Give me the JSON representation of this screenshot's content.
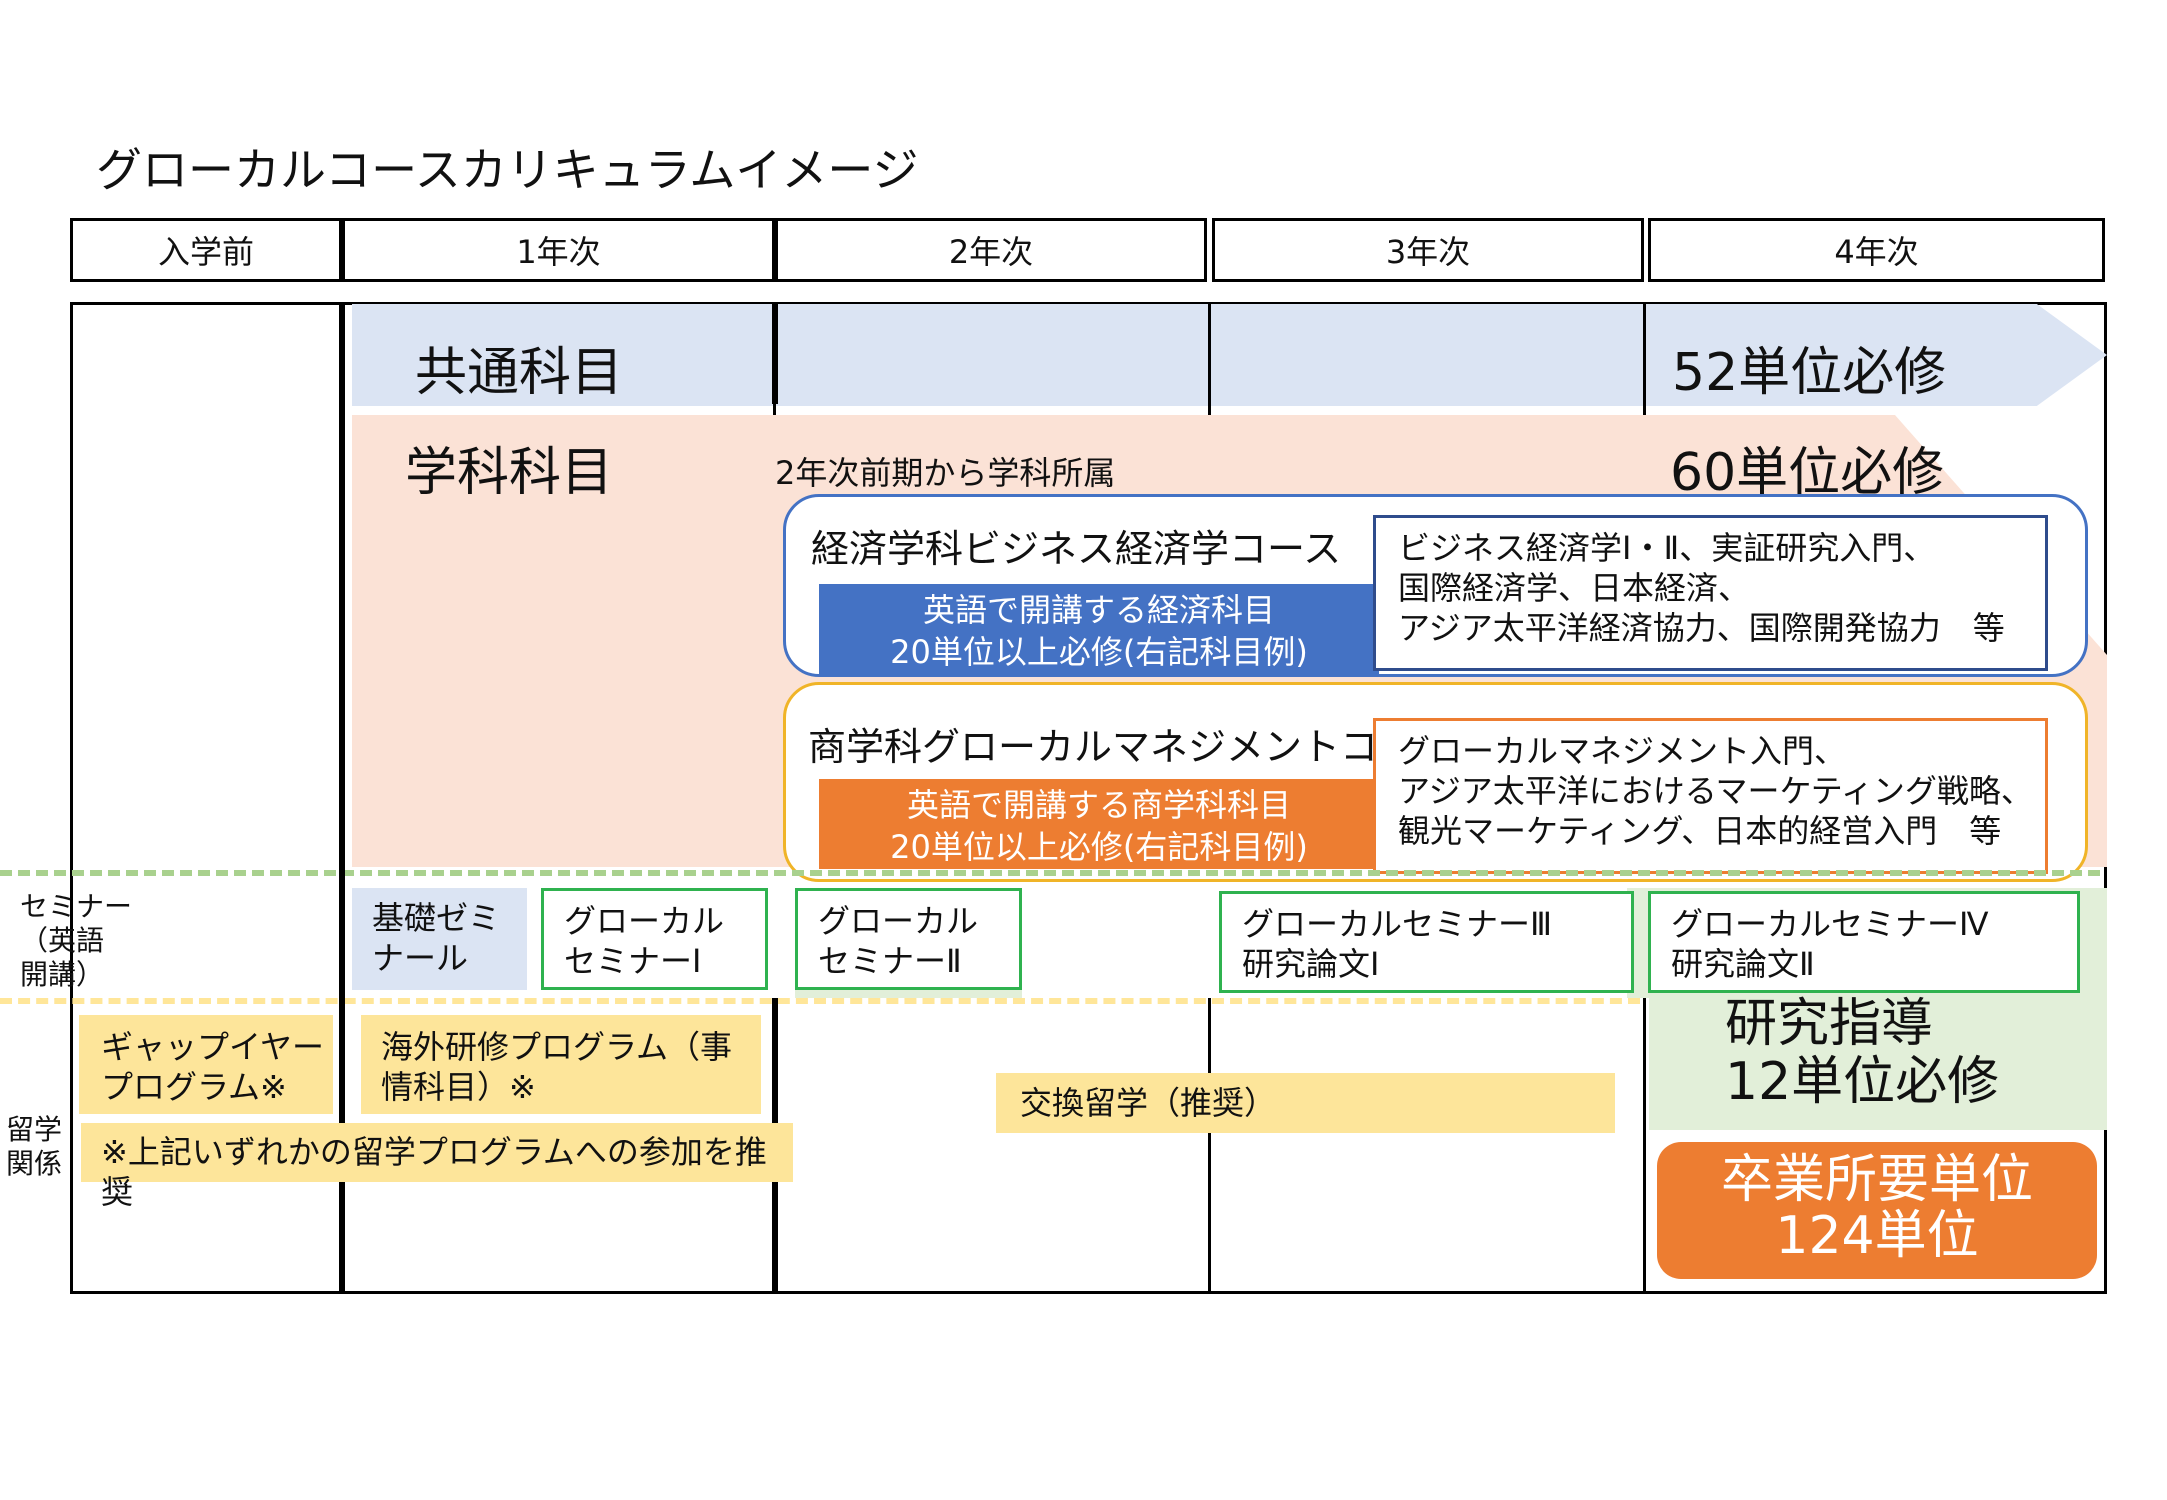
{
  "title": "グローカルコースカリキュラムイメージ",
  "years": [
    "入学前",
    "1年次",
    "2年次",
    "3年次",
    "4年次"
  ],
  "common": {
    "label": "共通科目",
    "units": "52単位必修"
  },
  "dept": {
    "label": "学科科目",
    "note": "2年次前期から学科所属",
    "units": "60単位必修"
  },
  "courses": {
    "economics": {
      "title": "経済学科ビジネス経済学コース",
      "band": [
        "英語で開講する経済科目",
        "20単位以上必修(右記科目例)"
      ],
      "subjects": [
        "ビジネス経済学Ⅰ・Ⅱ、実証研究入門、",
        "国際経済学、日本経済、",
        "アジア太平洋経済協力、国際開発協力　等"
      ]
    },
    "commerce": {
      "title": "商学科グローカルマネジメントコース",
      "band": [
        "英語で開講する商学科科目",
        "20単位以上必修(右記科目例)"
      ],
      "subjects": [
        "グローカルマネジメント入門、",
        "アジア太平洋におけるマーケティング戦略、",
        "観光マーケティング、日本的経営入門　等"
      ]
    }
  },
  "side_labels": {
    "seminar": [
      "セミナー",
      "（英語",
      "開講）"
    ],
    "abroad": [
      "留学",
      "関係"
    ]
  },
  "seminars": {
    "kiso": [
      "基礎ゼミ",
      "ナール"
    ],
    "s1": [
      "グローカル",
      "セミナーⅠ"
    ],
    "s2": [
      "グローカル",
      "セミナーⅡ"
    ],
    "s3": [
      "グローカルセミナーⅢ",
      "研究論文Ⅰ"
    ],
    "s4": [
      "グローカルセミナーⅣ",
      "研究論文Ⅱ"
    ]
  },
  "abroad": {
    "gap": [
      "ギャップイヤー",
      "プログラム※"
    ],
    "overseas": [
      "海外研修プログラム（事",
      "情科目）※"
    ],
    "exchange": "交換留学（推奨）",
    "note": "※上記いずれかの留学プログラムへの参加を推奨"
  },
  "research": [
    "研究指導",
    "12単位必修"
  ],
  "graduation": [
    "卒業所要単位",
    "124単位"
  ],
  "colors": {
    "common_bg": "#dbe4f3",
    "dept_bg": "#fbe2d6",
    "econ_blue": "#4472c4",
    "commerce_orange": "#ed7d31",
    "commerce_frame": "#f0b428",
    "seminar_green": "#2fb24f",
    "seminar_bg": "#e2efd9",
    "abroad_yellow": "#fde59a",
    "dash_green": "#a9d18e",
    "dash_yellow": "#ffe699"
  }
}
